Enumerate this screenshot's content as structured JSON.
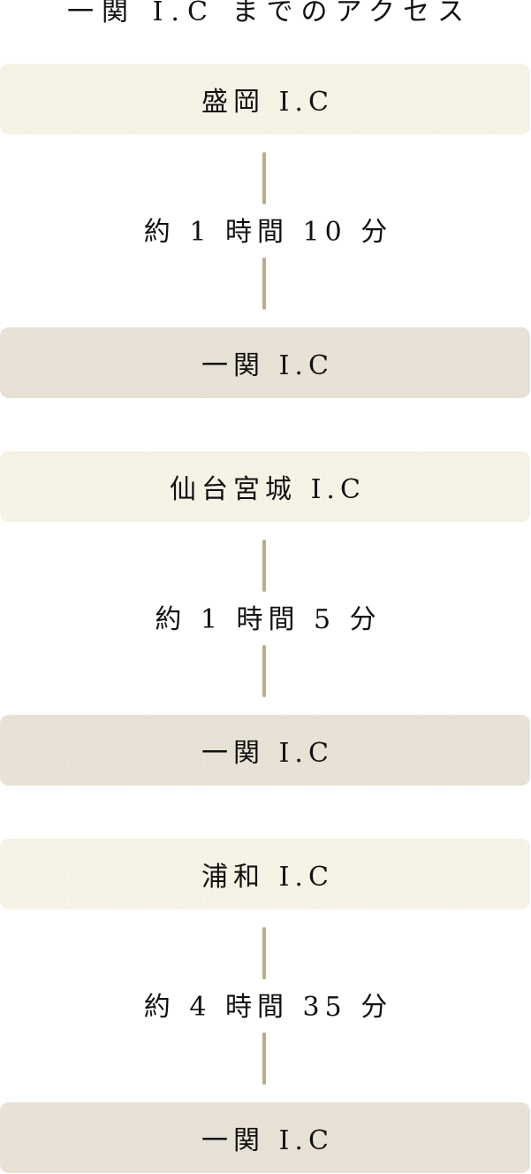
{
  "title": "一関 I.C までのアクセス",
  "colors": {
    "start_box": "#f6f3e6",
    "end_box": "#e8e2d6",
    "connector": "#b9ab8c",
    "text": "#111111"
  },
  "routes": [
    {
      "from": "盛岡 I.C",
      "duration": "約 1 時間 10 分",
      "to": "一関 I.C"
    },
    {
      "from": "仙台宮城 I.C",
      "duration": "約 1 時間 5 分",
      "to": "一関 I.C"
    },
    {
      "from": "浦和 I.C",
      "duration": "約 4 時間 35 分",
      "to": "一関 I.C"
    }
  ]
}
